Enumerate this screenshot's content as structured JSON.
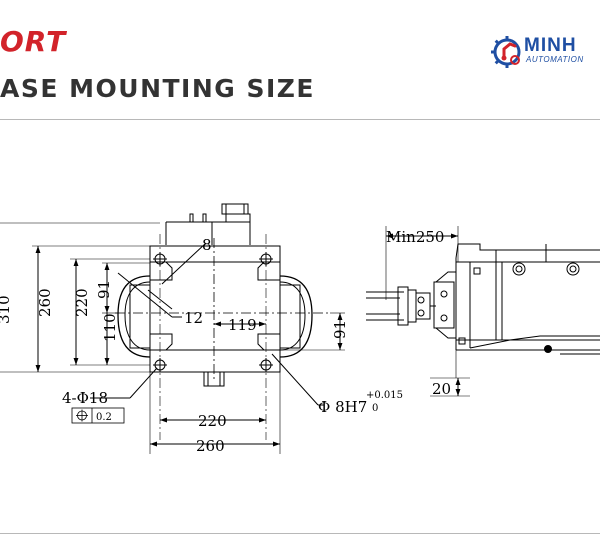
{
  "header": {
    "brand_fragment": "ORT",
    "title_fragment": "ASE MOUNTING SIZE",
    "logo": {
      "icon": "gear-robot-logo-icon",
      "name": "MINH",
      "tagline": "AUTOMATION"
    },
    "colors": {
      "brand_red": "#d2232a",
      "logo_blue": "#1f4fa3",
      "logo_red": "#d2232a",
      "title_gray": "#333333"
    }
  },
  "base_view": {
    "dims": {
      "height_outer_partial": "310",
      "height_260": "260",
      "height_220": "220",
      "dim_91_upper": "91",
      "dim_110": "110",
      "dim_8": "8",
      "dim_12": "12",
      "dim_119": "119",
      "dim_91_right": "91",
      "holes": "4-Φ18",
      "position_tolerance": "0.2",
      "pin_hole": "Φ 8H7",
      "pin_tol_upper": "+0.015",
      "pin_tol_lower": "0",
      "width_220": "220",
      "width_260": "260"
    }
  },
  "side_view": {
    "dims": {
      "min_clearance": "Min250",
      "base_thickness": "20"
    }
  }
}
